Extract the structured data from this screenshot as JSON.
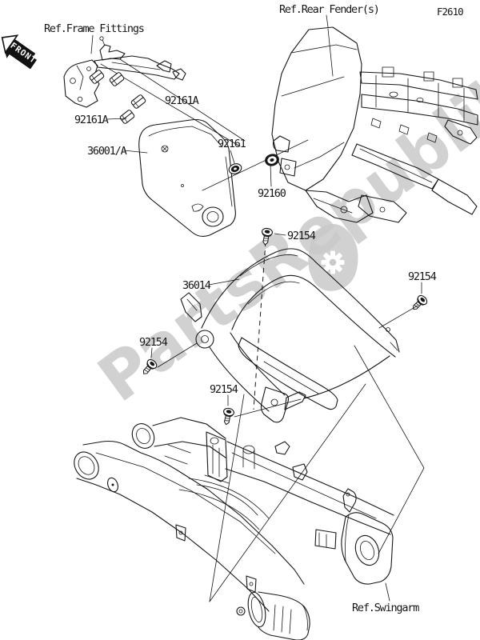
{
  "diagram": {
    "page_code": "F2610",
    "front_badge": "FRONT",
    "watermark": "PartsRepublik",
    "labels": {
      "ref_frame_fittings": "Ref.Frame Fittings",
      "ref_rear_fender": "Ref.Rear Fender(s)",
      "ref_swingarm": "Ref.Swingarm",
      "part_36001": "36001/A",
      "part_36014": "36014",
      "part_92154": "92154",
      "part_92160": "92160",
      "part_92161": "92161",
      "part_92161a": "92161A"
    },
    "colors": {
      "line": "#161616",
      "watermark": "#c9c9c9",
      "background": "#ffffff"
    }
  }
}
